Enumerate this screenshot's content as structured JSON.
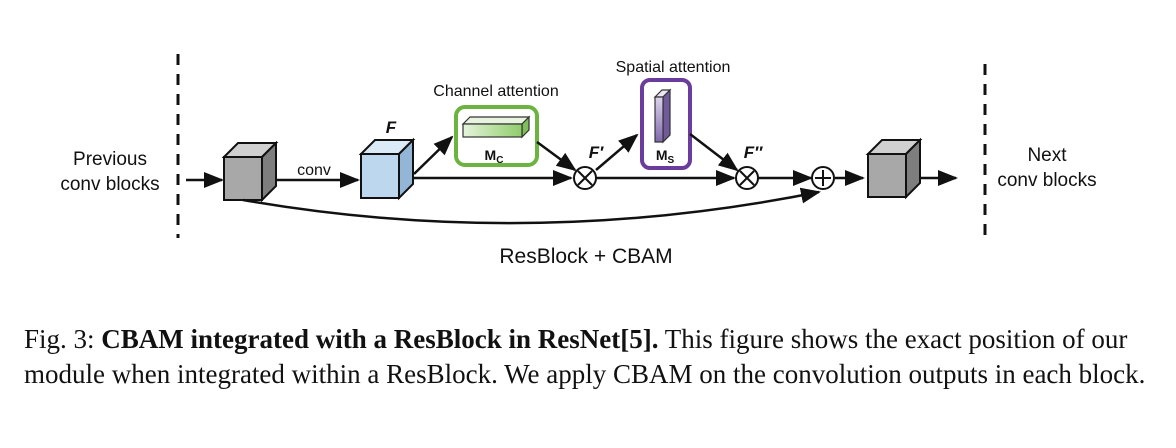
{
  "diagram": {
    "left_label_line1": "Previous",
    "left_label_line2": "conv blocks",
    "right_label_line1": "Next",
    "right_label_line2": "conv blocks",
    "conv_label": "conv",
    "feature_label": "F",
    "feature_prime_label": "F′",
    "feature_double_prime_label": "F″",
    "channel_attention_title": "Channel attention",
    "channel_map_main": "M",
    "channel_map_sub": "C",
    "spatial_attention_title": "Spatial attention",
    "spatial_map_main": "M",
    "spatial_map_sub": "S",
    "bottom_label": "ResBlock + CBAM",
    "colors": {
      "block_gray": "#a8a8a8",
      "block_blue": "#bcd7ee",
      "channel_border": "#6cb33f",
      "channel_fill": "#b9dfa0",
      "spatial_border": "#6b3c9b",
      "spatial_fill": "#a895c6"
    }
  },
  "caption": {
    "prefix": "Fig. 3: ",
    "title": "CBAM integrated with a ResBlock in ResNet[5].",
    "body": " This figure shows the exact position of our module when integrated within a ResBlock. We apply CBAM on the convolution outputs in each block."
  }
}
